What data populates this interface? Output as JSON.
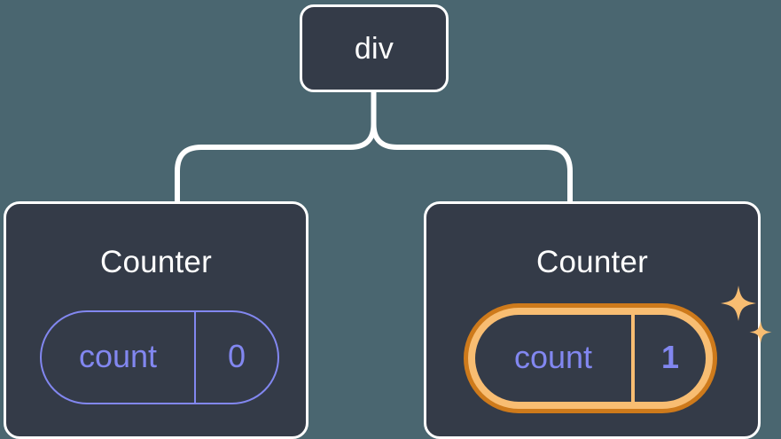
{
  "diagram": {
    "type": "component-tree",
    "background_color": "#4a6670",
    "node_fill_color": "#343b48",
    "node_border_color": "#ffffff",
    "connector_color": "#ffffff",
    "accent_purple": "#8287f0",
    "highlight_outer_orange": "#ce7a1b",
    "highlight_inner_orange": "#f8bd72",
    "sparkle_color": "#f8bd72"
  },
  "root": {
    "label": "div"
  },
  "children": [
    {
      "title": "Counter",
      "state": {
        "key": "count",
        "value": "0"
      },
      "highlighted": false,
      "sparkles": false
    },
    {
      "title": "Counter",
      "state": {
        "key": "count",
        "value": "1"
      },
      "highlighted": true,
      "sparkles": true
    }
  ]
}
